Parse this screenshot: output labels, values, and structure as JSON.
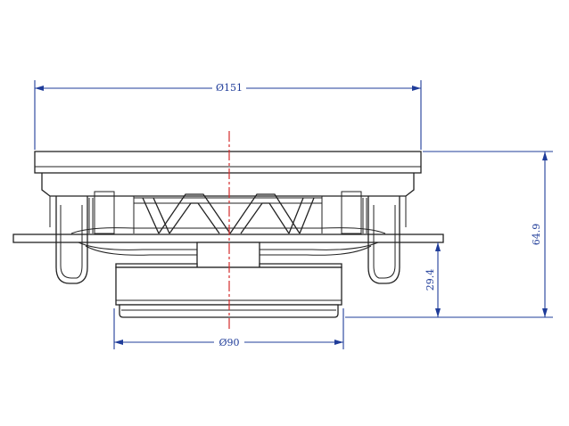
{
  "dimensions": {
    "outer_diameter": "Ø151",
    "magnet_diameter": "Ø90",
    "total_depth": "64.9",
    "mount_depth": "29.4"
  },
  "colors": {
    "outline": "#222222",
    "dimension": "#1f3c99",
    "centerline": "#d42b2b"
  }
}
